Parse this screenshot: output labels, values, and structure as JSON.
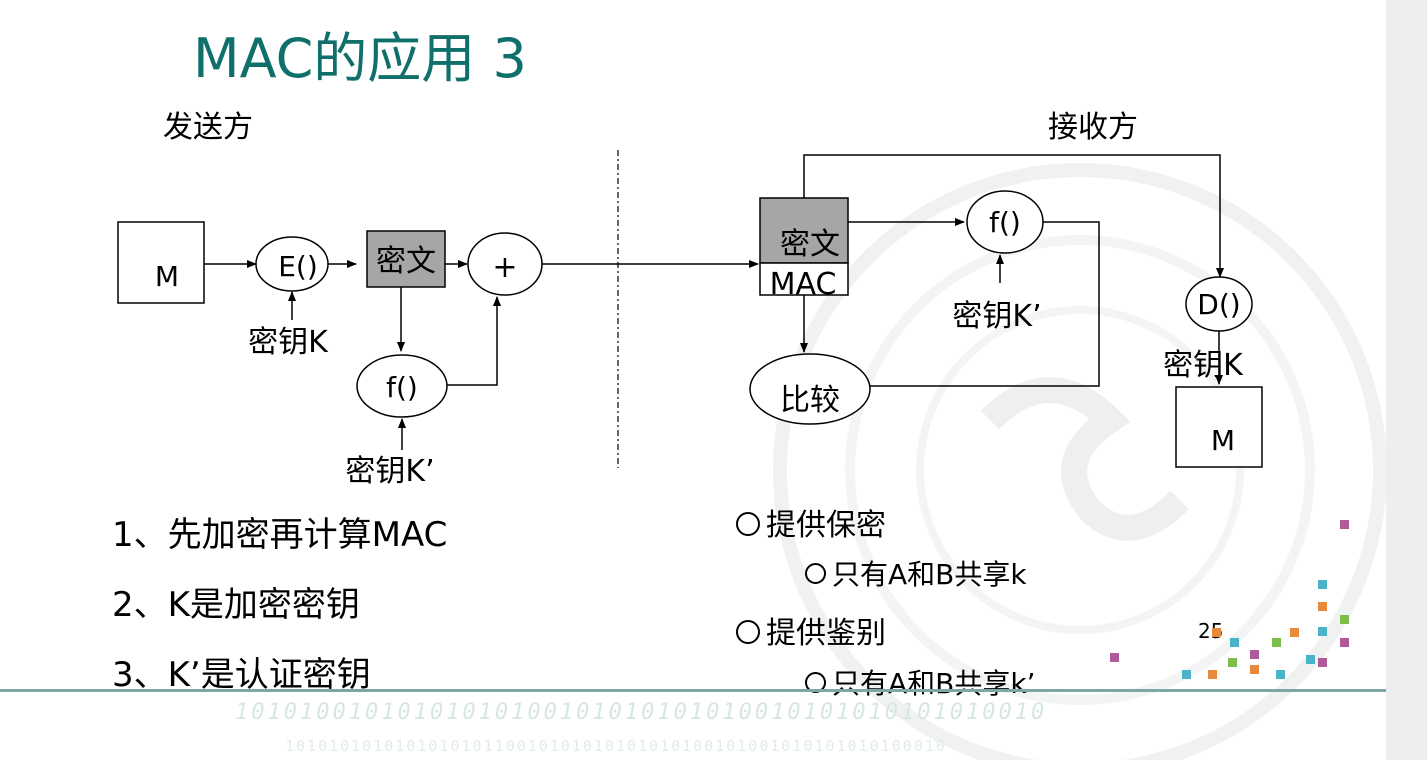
{
  "slide": {
    "title": "MAC的应用 3",
    "page_number": "25"
  },
  "sender": {
    "heading": "发送方",
    "box_m": "M",
    "encrypt_node": "E()",
    "encrypt_key": "密钥K",
    "ciphertext_box": "密文",
    "plus_node": "+",
    "mac_node": "f()",
    "mac_key": "密钥K’"
  },
  "receiver": {
    "heading": "接收方",
    "ciphertext_label": "密文",
    "mac_label": "MAC",
    "mac_node": "f()",
    "mac_key": "密钥K’",
    "compare_node": "比较",
    "decrypt_node": "D()",
    "decrypt_key": "密钥K",
    "box_m": "M"
  },
  "notes_left": [
    "1、先加密再计算MAC",
    "2、K是加密密钥",
    "3、K’是认证密钥"
  ],
  "notes_right": {
    "item1": "提供保密",
    "item1_sub": "只有A和B共享k",
    "item2": "提供鉴别",
    "item2_sub": "只有A和B共享k’"
  },
  "decoration": {
    "binary_line_1": "10101001010101010100101010101010010101010101010010",
    "binary_line_2": "101010101010101010110010101010101010100101001010101010100010",
    "colors": {
      "title": "#0f6f6a",
      "cipher_fill": "#a6a6a6",
      "accent_bar": "#7fa6a6"
    }
  }
}
